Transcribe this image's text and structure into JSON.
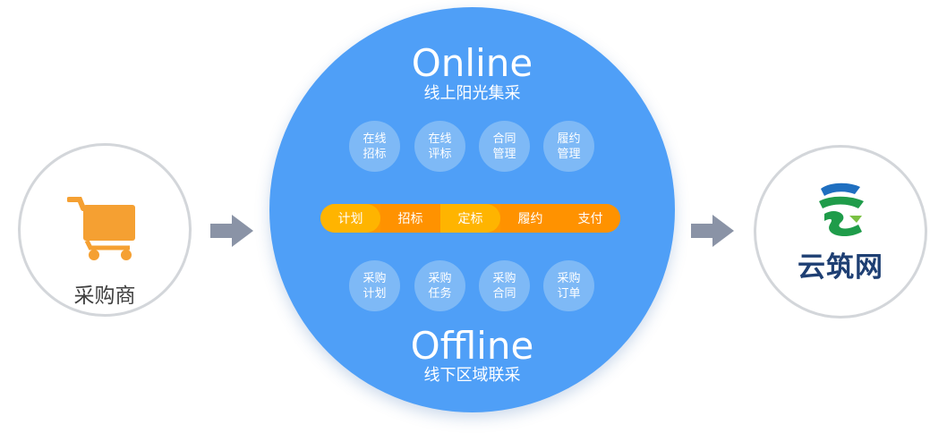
{
  "buyer": {
    "label": "采购商",
    "icon": "shopping-cart-icon",
    "color": "#f5a032"
  },
  "platform": {
    "name": "云筑网",
    "icon": "yunzhu-logo-icon"
  },
  "center": {
    "online": {
      "title": "Online",
      "subtitle": "线上阳光集采",
      "items": [
        "在线\n招标",
        "在线\n评标",
        "合同\n管理",
        "履约\n管理"
      ]
    },
    "process": [
      "计划",
      "招标",
      "定标",
      "履约",
      "支付"
    ],
    "offline": {
      "title": "Offline",
      "subtitle": "线下区域联采",
      "items": [
        "采购\n计划",
        "采购\n任务",
        "采购\n合同",
        "采购\n订单"
      ]
    }
  },
  "colors": {
    "circle": "#4f9ff7",
    "bubble": "#7eb9f6",
    "bar": "#ff9700",
    "arrow": "#8a93a6",
    "logo_text": "#1e3f73"
  }
}
